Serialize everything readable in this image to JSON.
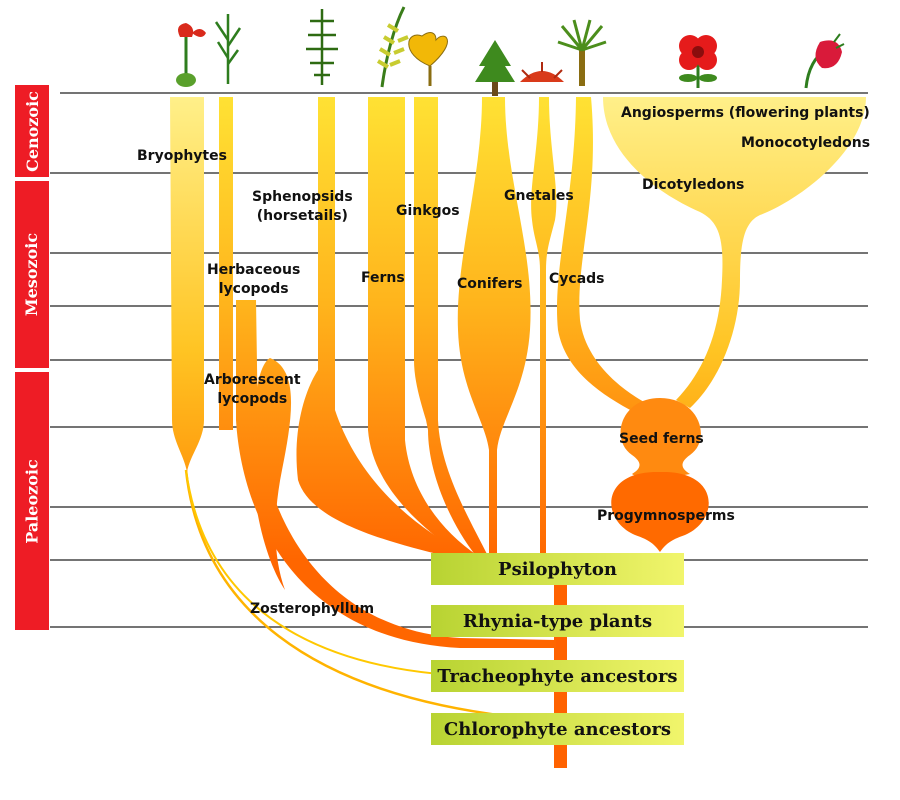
{
  "eras": [
    {
      "id": "cenozoic",
      "label": "Cenozoic"
    },
    {
      "id": "mesozoic",
      "label": "Mesozoic"
    },
    {
      "id": "paleozoic",
      "label": "Paleozoic"
    }
  ],
  "lineages": {
    "bryophytes": "Bryophytes",
    "sphenopsids": [
      "Sphenopsids",
      "(horsetails)"
    ],
    "ginkgos": "Ginkgos",
    "gnetales": "Gnetales",
    "angiosperms": "Angiosperms (flowering plants)",
    "monocotyledons": "Monocotyledons",
    "dicotyledons": "Dicotyledons",
    "herbaceous_lycopods": [
      "Herbaceous",
      "lycopods"
    ],
    "ferns": "Ferns",
    "conifers": "Conifers",
    "cycads": "Cycads",
    "arborescent_lycopods": [
      "Arborescent",
      "lycopods"
    ],
    "seed_ferns": "Seed ferns",
    "progymnosperms": "Progymnosperms",
    "zosterophyllum": "Zosterophyllum"
  },
  "ancestors": {
    "psilophyton": "Psilophyton",
    "rhynia": "Rhynia-type plants",
    "tracheophyte": "Tracheophyte ancestors",
    "chlorophyte": "Chlorophyte ancestors"
  },
  "colors": {
    "era_band": "#ee1c25",
    "branch_top": "#ffe234",
    "branch_bottom": "#ff6a00",
    "ancestor_box": "#c8e04a"
  },
  "icons": [
    "moss-icon",
    "lycopod-icon",
    "horsetail-icon",
    "fern-icon",
    "ginkgo-leaf-icon",
    "conifer-icon",
    "gnetales-icon",
    "cycad-icon",
    "flower-icon",
    "monocot-flower-icon"
  ]
}
